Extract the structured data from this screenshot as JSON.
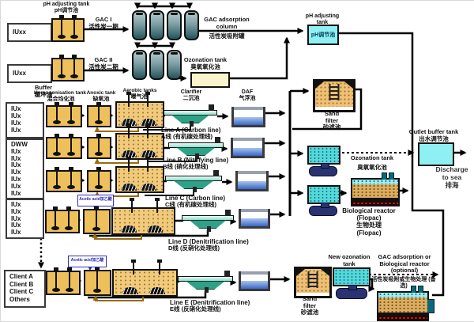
{
  "top": {
    "iu1": "IUxx",
    "iu2": "IUxx",
    "ph_left": {
      "en": "pH adjusting tank",
      "zh": "pH调节池"
    },
    "gac1": {
      "en": "GAC I",
      "zh": "活性炭一期"
    },
    "gac2": {
      "en": "GAC II",
      "zh": "活性炭二期"
    },
    "gac_col": {
      "en": "GAC adsorption column",
      "zh": "活性炭吸附罐"
    },
    "ozonation": {
      "en": "Ozonation tank",
      "zh": "臭氧氧化池"
    },
    "ph_right": {
      "en": "pH adjusting tank",
      "zh": "pH调节池"
    }
  },
  "sources": {
    "buffer": {
      "en": "Buffer",
      "zh": "缓冲池",
      "items": [
        "IUx",
        "IUx",
        "IUx",
        "IUx"
      ]
    },
    "dww": {
      "items": [
        "DWW",
        "IUx",
        "IUx",
        "IUx",
        "IUx",
        "IUx",
        "IUx",
        "IUx"
      ]
    },
    "iux": {
      "items": [
        "IUx",
        "IUx",
        "IUx",
        "IUx",
        "IUx"
      ]
    },
    "clients": {
      "items": [
        "Client A",
        "Client B",
        "Client C",
        "Others"
      ]
    }
  },
  "stages": {
    "homogenisation": {
      "en": "Homogenisation tank",
      "zh": "混合均化池"
    },
    "anoxic": {
      "en": "Anoxic tank",
      "zh": "缺氧池"
    },
    "aerobic": {
      "en": "Aerobic tanks",
      "zh": "曝气池"
    },
    "clarifier": {
      "en": "Clarifier",
      "zh": "二沉池"
    },
    "daf": {
      "en": "DAF",
      "zh": "气浮池"
    }
  },
  "process_lines": {
    "a": {
      "en": "Line A (Carbon line)",
      "zh": "A线 (有机碳处理线)"
    },
    "b": {
      "en": "Line B (Nitrifying line)",
      "zh": "B线 (硝化处理线)"
    },
    "c": {
      "en": "Line C (Carbon line)",
      "zh": "C线 (有机碳处理线)"
    },
    "d": {
      "en": "Line D (Denitrification line)",
      "zh": "D线 (反硝化处理线)"
    },
    "e": {
      "en": "Line E (Denitrification line)",
      "zh": "E线 (反硝化处理线)"
    }
  },
  "dosing": {
    "acetic": "Acetic acid加乙酸"
  },
  "right": {
    "sand_filter": {
      "l1": "Sand",
      "l2": "filter",
      "zh": "砂滤池"
    },
    "ozonation": {
      "en": "Ozonation tank",
      "zh": "臭氧氧化池"
    },
    "flopac": {
      "en": "Biological reactor (Flopac)",
      "zh": "生物处理",
      "sub": "(Flopac)"
    },
    "outlet": {
      "en": "Outlet buffer tank",
      "zh": "出水调节池"
    },
    "discharge": {
      "l1": "Discharge",
      "l2": "to sea",
      "zh": "排海"
    },
    "new_ozonation": {
      "l1": "New ozonation",
      "l2": "tank"
    },
    "optional": {
      "en": "GAC adsorption or Biological reactor (optional)",
      "zh": "活性炭吸附或生物处理 (备选)"
    },
    "sand_filter2": {
      "l1": "Sand",
      "l2": "filter",
      "zh": "砂滤池"
    }
  },
  "colors": {
    "tank_orange": "#EEC05C",
    "cyan_tank": "#8EF0F2",
    "ozonation_teal": "#57D8D8",
    "clarifier_teal": "#2FA187",
    "water_blue": "#3A66C8",
    "gac_column": "#23565B",
    "ozone_generator_navy": "#2B3272",
    "sand": "#EEC177",
    "acetic_blue": "#2F2FBF"
  }
}
